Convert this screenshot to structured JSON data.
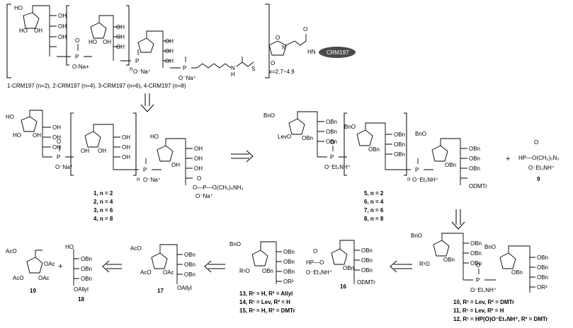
{
  "top": {
    "ring_groups": [
      "HO",
      "HO",
      "OH"
    ],
    "chain_groups": [
      "OH",
      "OH",
      "OH"
    ],
    "phosphate_groups": [
      "O",
      "P",
      "O",
      "O-Na+"
    ],
    "n": "n",
    "linker": "N",
    "linker_h": "H",
    "thio": "S",
    "succinimide_o": "O",
    "carrier_amide": "HN",
    "carrier": "CRM197",
    "loading": "x=2.7~4.9",
    "caption": "1-CRM197 (n=2), 2-CRM197 (n=4), 3-CRM197 (n=6), 4-CRM197 (n=8)"
  },
  "row2": {
    "left": {
      "groups": [
        "HO",
        "HO",
        "OH",
        "OH",
        "OH",
        "OH",
        "OH",
        "OH",
        "OH",
        "OH",
        "OH",
        "OH"
      ],
      "phosphate": [
        "O",
        "P",
        "O",
        "O-Na+"
      ],
      "tail": "P-O(CH2)5NH2",
      "n": "n",
      "list": [
        "1, n = 2",
        "2, n = 4",
        "3, n = 6",
        "4, n = 8"
      ]
    },
    "right": {
      "groups": [
        "BnO",
        "LevO",
        "OBn",
        "OBn",
        "OBn",
        "OBn",
        "BnO",
        "OBn",
        "OBn",
        "OBn",
        "OBn",
        "OBn",
        "OBn",
        "OBn",
        "ODMTr"
      ],
      "phosphate": [
        "O",
        "P",
        "O-Et3NH+"
      ],
      "n": "n",
      "list": [
        "5, n = 2",
        "6, n = 4",
        "7, n = 6",
        "8, n = 8"
      ]
    },
    "plus": "+",
    "reagent": {
      "line1": "O",
      "line2": "HP-O(CH2)5N3",
      "line3": "O-Et3NH+",
      "number": "9"
    }
  },
  "row3": {
    "c19": {
      "groups": [
        "AcO",
        "OAc",
        "AcO",
        "OAc"
      ],
      "number": "19"
    },
    "plus": "+",
    "c18": {
      "groups": [
        "HO",
        "OBn",
        "OBn",
        "OBn",
        "OAllyl"
      ],
      "number": "18"
    },
    "c17": {
      "groups": [
        "AcO",
        "AcO",
        "OAc",
        "OBn",
        "OBn",
        "OBn",
        "OAllyl"
      ],
      "number": "17"
    },
    "c13": {
      "groups": [
        "BnO",
        "R1O",
        "OBn",
        "OBn",
        "OBn",
        "OBn",
        "OR2"
      ],
      "list": [
        "13, R1 = H, R2 = Allyl",
        "14, R1 = Lev, R2 = H",
        "15, R1 = H, R2 = DMTr"
      ]
    },
    "c16": {
      "groups": [
        "O",
        "HP-O",
        "OBn",
        "O-Et3NH+",
        "OBn",
        "OBn",
        "OBn",
        "ODMTr"
      ],
      "number": "16"
    },
    "c10": {
      "groups": [
        "BnO",
        "R1O",
        "OBn",
        "OBn",
        "OBn",
        "OBn",
        "BnO",
        "OBn",
        "OBn",
        "OBn",
        "OR2"
      ],
      "phosphate": [
        "O",
        "P",
        "O-Et3NH+"
      ],
      "list": [
        "10, R1 = Lev, R2 = DMTr",
        "11, R1 = Lev, R2 = H",
        "12, R1 = HP(O)O-Et3NH+, R2 = DMTr"
      ]
    }
  }
}
